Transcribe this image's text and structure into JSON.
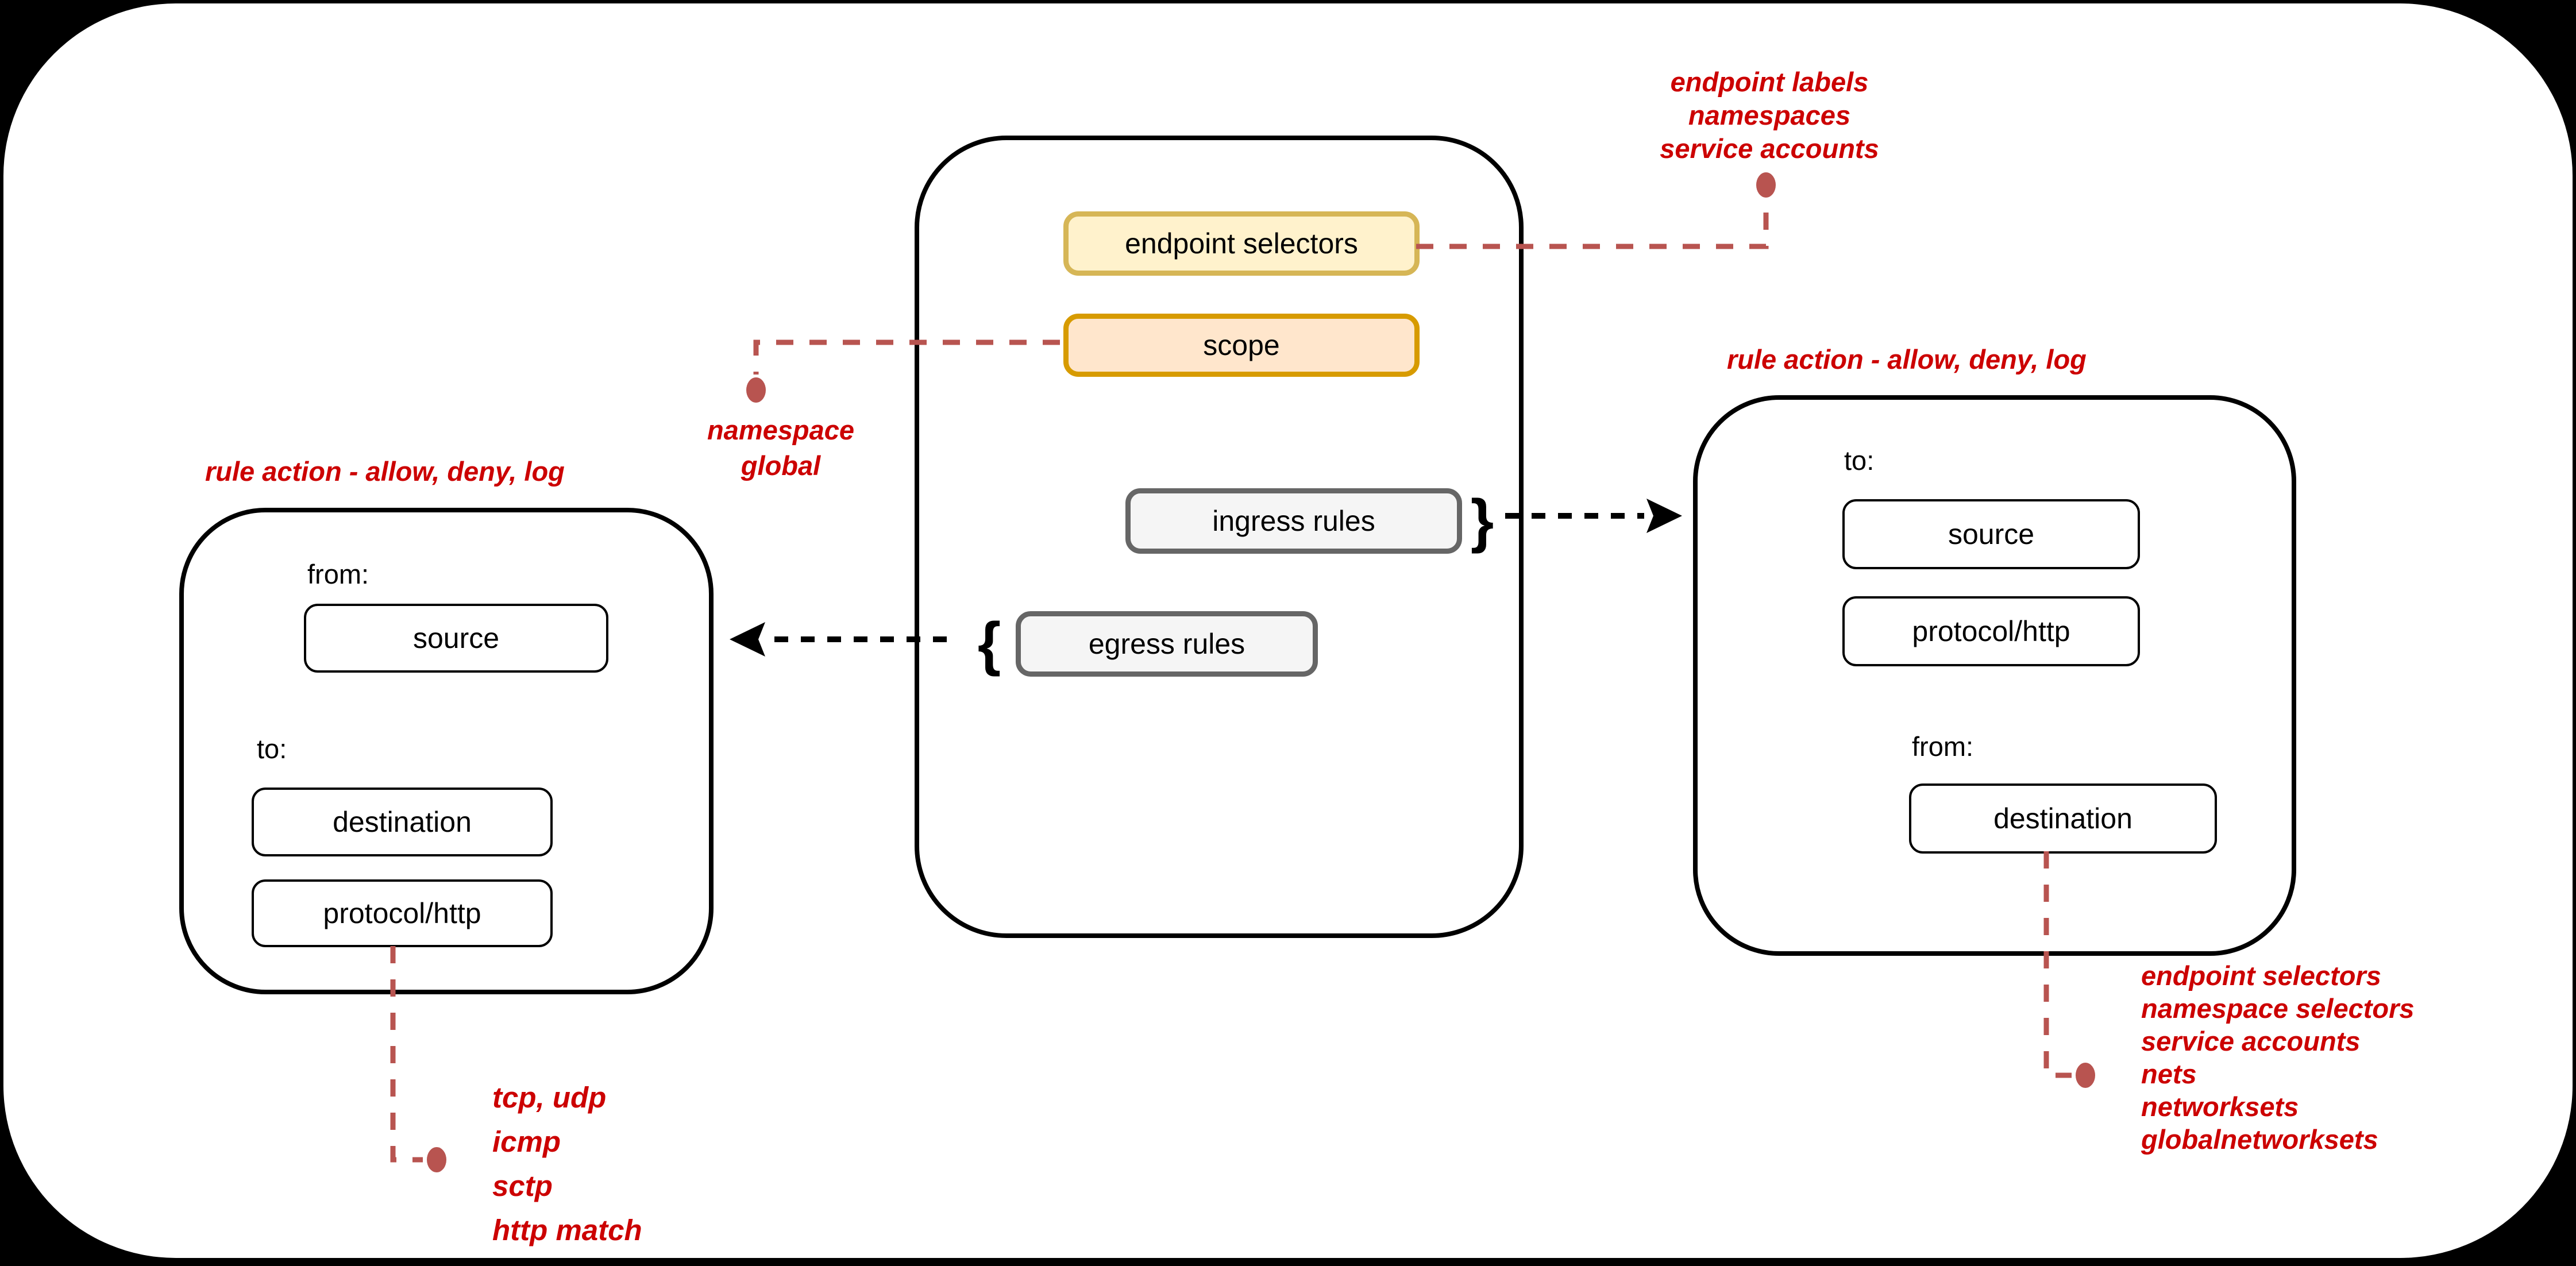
{
  "colors": {
    "background": "#000000",
    "canvas": "#ffffff",
    "annotation_red": "#cc0000",
    "connector_red": "#b85450",
    "yellow_fill": "#fff2cc",
    "yellow_stroke": "#d6b656",
    "orange_fill": "#ffe6cc",
    "orange_stroke": "#d79b00",
    "gray_fill": "#f5f5f5",
    "gray_stroke": "#666666"
  },
  "policy": {
    "endpoint_selectors": "endpoint selectors",
    "scope": "scope",
    "ingress_rules": "ingress rules",
    "egress_rules": "egress rules"
  },
  "egress_rule_box": {
    "title": "rule action - allow, deny, log",
    "from_label": "from:",
    "source": "source",
    "to_label": "to:",
    "destination": "destination",
    "protocol": "protocol/http"
  },
  "ingress_rule_box": {
    "title": "rule action - allow, deny, log",
    "to_label": "to:",
    "source": "source",
    "protocol": "protocol/http",
    "from_label": "from:",
    "destination": "destination"
  },
  "notes": {
    "endpoint_selectors_note": [
      "endpoint labels",
      "namespaces",
      "service accounts"
    ],
    "scope_note": [
      "namespace",
      "global"
    ],
    "protocol_note": [
      "tcp, udp",
      "icmp",
      "sctp",
      "http match"
    ],
    "destination_note": [
      "endpoint selectors",
      "namespace selectors",
      "service accounts",
      "nets",
      "networksets",
      "globalnetworksets"
    ]
  },
  "glyphs": {
    "brace_open": "{",
    "brace_close": "}"
  }
}
